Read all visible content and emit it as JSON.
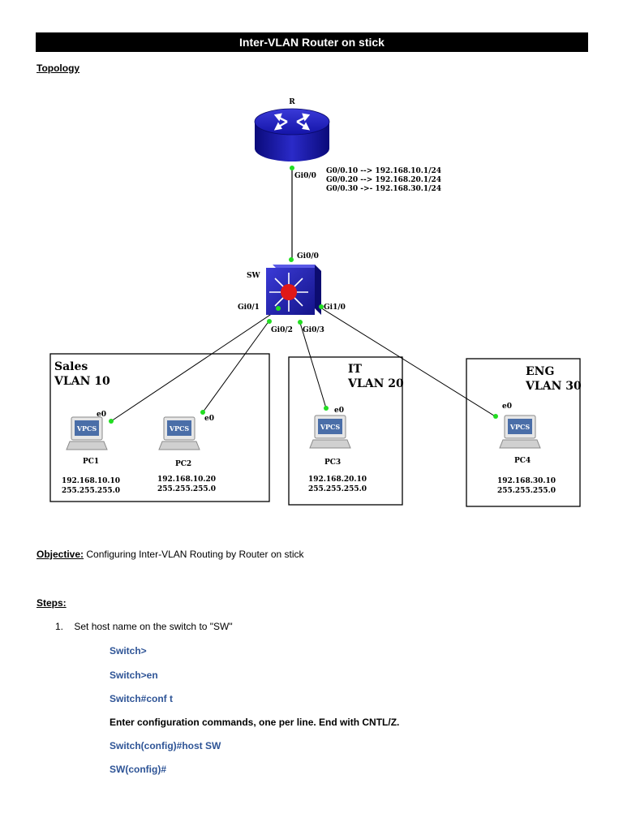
{
  "title": "Inter-VLAN Router on stick",
  "topology_heading": "Topology",
  "diagram": {
    "router_label": "R",
    "router_port": "Gi0/0",
    "router_subinterfaces": [
      "G0/0.10 --> 192.168.10.1/24",
      "G0/0.20 --> 192.168.20.1/24",
      "G0/0.30 ->- 192.168.30.1/24"
    ],
    "switch_label": "SW",
    "switch_ports": {
      "uplink": "Gi0/0",
      "p1": "Gi0/1",
      "p2": "Gi0/2",
      "p3": "Gi0/3",
      "p4": "Gi1/0"
    },
    "vlans": [
      {
        "name": "Sales",
        "id": "VLAN 10"
      },
      {
        "name": "IT",
        "id": "VLAN 20"
      },
      {
        "name": "ENG",
        "id": "VLAN 30"
      }
    ],
    "pcs": [
      {
        "name": "PC1",
        "iface": "e0",
        "ip": "192.168.10.10",
        "mask": "255.255.255.0"
      },
      {
        "name": "PC2",
        "iface": "e0",
        "ip": "192.168.10.20",
        "mask": "255.255.255.0"
      },
      {
        "name": "PC3",
        "iface": "e0",
        "ip": "192.168.20.10",
        "mask": "255.255.255.0"
      },
      {
        "name": "PC4",
        "iface": "e0",
        "ip": "192.168.30.10",
        "mask": "255.255.255.0"
      }
    ],
    "pc_screen_label": "VPCS"
  },
  "objective": {
    "label": "Objective:",
    "text": " Configuring Inter-VLAN Routing by Router on stick"
  },
  "steps_heading": "Steps:",
  "steps": [
    {
      "number": "1.",
      "text": "Set host name on the switch to \"SW\"",
      "commands": [
        "Switch>",
        "Switch>en",
        "Switch#conf t",
        "Enter configuration commands, one per line.  End with CNTL/Z.",
        "Switch(config)#host SW",
        "SW(config)#"
      ]
    }
  ]
}
